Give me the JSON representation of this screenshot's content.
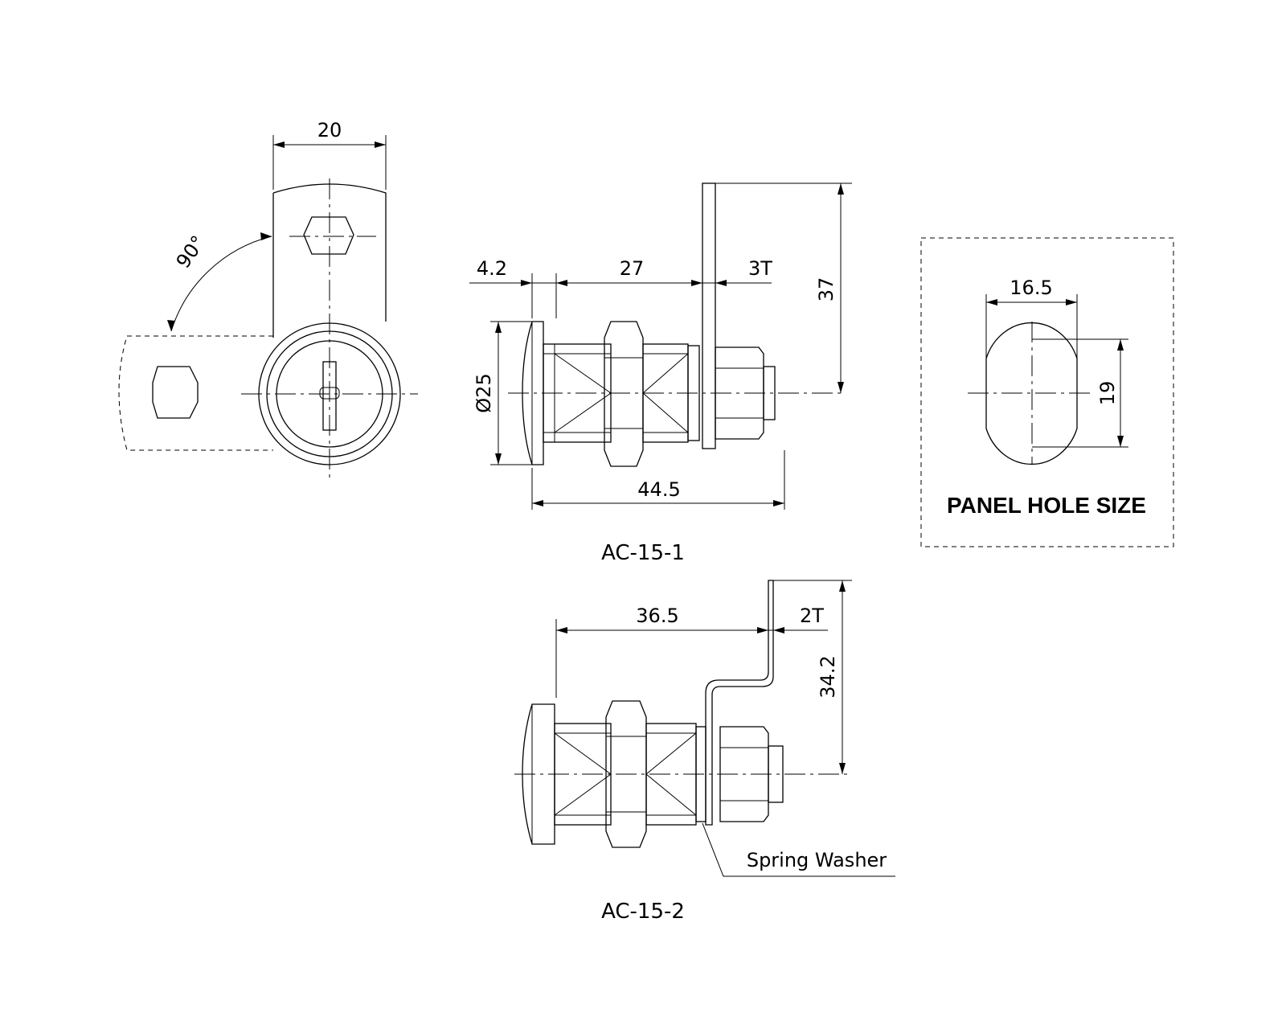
{
  "front_view": {
    "width_dim": "20",
    "rotation_label": "90°"
  },
  "side_view_1": {
    "model": "AC-15-1",
    "dim_lip": "4.2",
    "dim_body": "27",
    "dim_cam_thickness": "3T",
    "dim_height": "37",
    "dim_diameter": "Ø25",
    "dim_overall": "44.5"
  },
  "panel_hole": {
    "title": "PANEL HOLE SIZE",
    "dim_width": "16.5",
    "dim_height": "19"
  },
  "side_view_2": {
    "model": "AC-15-2",
    "dim_length": "36.5",
    "dim_cam_thickness": "2T",
    "dim_height": "34.2",
    "callout": "Spring Washer"
  }
}
